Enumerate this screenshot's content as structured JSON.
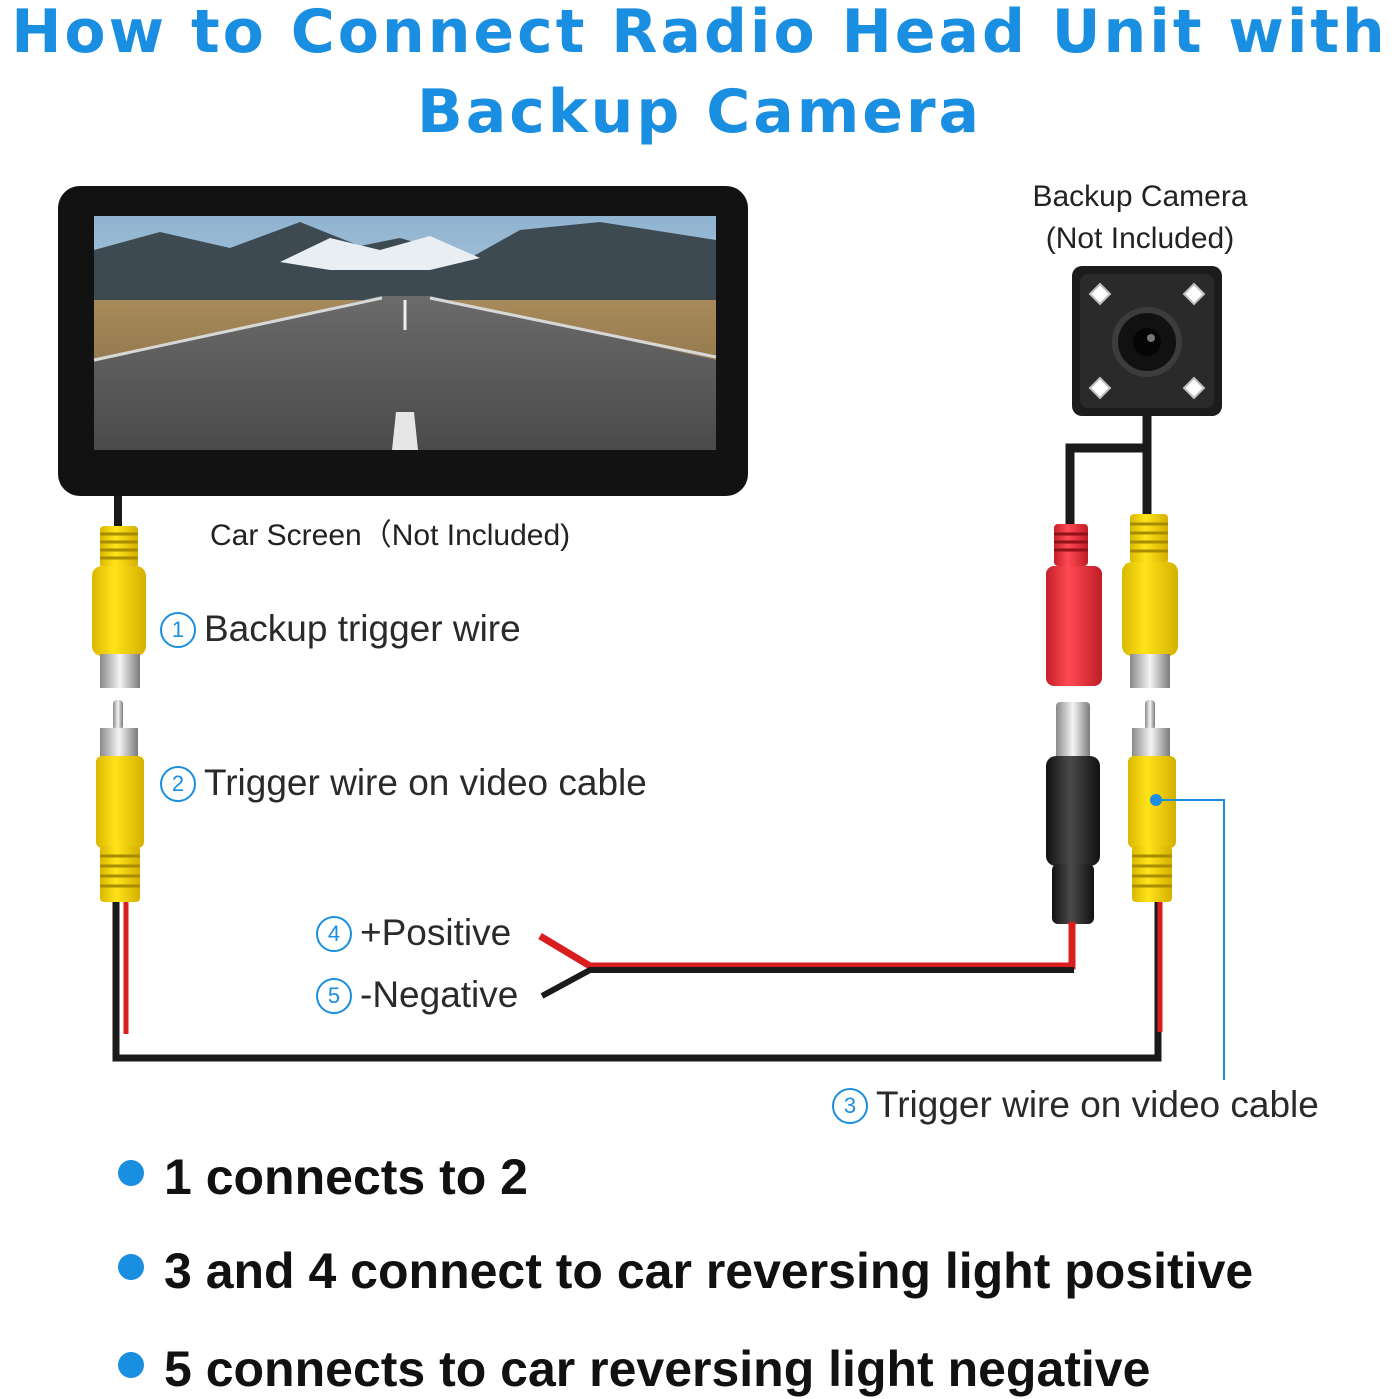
{
  "title": {
    "line1": "How to Connect Radio Head Unit with",
    "line2": "Backup Camera"
  },
  "labels": {
    "car_screen": "Car Screen（Not Included)",
    "camera_line1": "Backup Camera",
    "camera_line2": "(Not Included)"
  },
  "steps": [
    {
      "num": "1",
      "text": "Backup trigger wire"
    },
    {
      "num": "2",
      "text": "Trigger wire on video cable"
    },
    {
      "num": "3",
      "text": "Trigger wire on video cable"
    },
    {
      "num": "4",
      "text": "+Positive"
    },
    {
      "num": "5",
      "text": "-Negative"
    }
  ],
  "bullets": [
    "1 connects to 2",
    "3 and 4 connect to car reversing light positive",
    "5 connects to car reversing light negative"
  ],
  "colors": {
    "accent": "#1a8ee0",
    "rca_yellow": "#f5d800",
    "power_red": "#e8303a",
    "wire_red": "#d81e1e",
    "wire_black": "#1a1a1a"
  }
}
